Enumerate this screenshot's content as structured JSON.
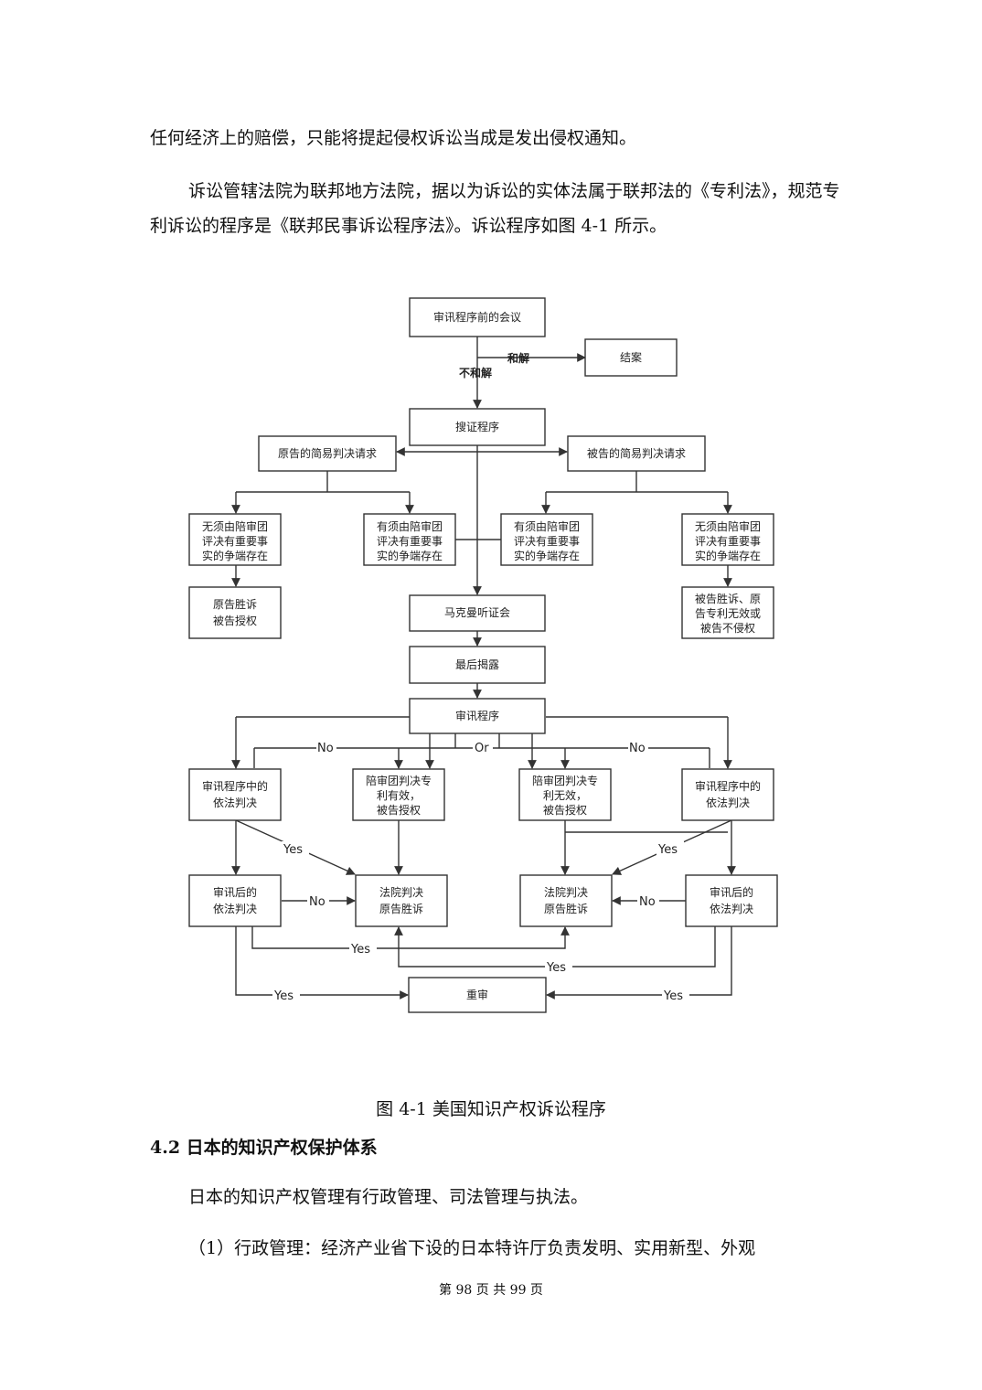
{
  "body": {
    "para1": "任何经济上的赔偿，只能将提起侵权诉讼当成是发出侵权通知。",
    "para2": "诉讼管辖法院为联邦地方法院，据以为诉讼的实体法属于联邦法的《专利法》，规范专利诉讼的程序是《联邦民事诉讼程序法》。诉讼程序如图 4-1 所示。"
  },
  "flowchart": {
    "nodes": {
      "pretrial": "审讯程序前的会议",
      "closed": "结案",
      "discovery": "搜证程序",
      "plaintiff_sj": "原告的简易判决请求",
      "defendant_sj": "被告的简易判决请求",
      "no_jury_left": [
        "无须由陪审团",
        "评决有重要事",
        "实的争端存在"
      ],
      "jury_left": [
        "有须由陪审团",
        "评决有重要事",
        "实的争端存在"
      ],
      "jury_right": [
        "有须由陪审团",
        "评决有重要事",
        "实的争端存在"
      ],
      "no_jury_right": [
        "无须由陪审团",
        "评决有重要事",
        "实的争端存在"
      ],
      "plaintiff_win": [
        "原告胜诉",
        "被告授权"
      ],
      "defendant_win": [
        "被告胜诉、原",
        "告专利无效或",
        "被告不侵权"
      ],
      "markman": "马克曼听证会",
      "final_disclosure": "最后揭露",
      "trial": "审讯程序",
      "jmol_left": [
        "审讯程序中的",
        "依法判决"
      ],
      "verdict_valid": [
        "陪审团判决专",
        "利有效，",
        "被告授权"
      ],
      "verdict_invalid": [
        "陪审团判决专",
        "利无效，",
        "被告授权"
      ],
      "jmol_right": [
        "审讯程序中的",
        "依法判决"
      ],
      "post_left": [
        "审讯后的",
        "依法判决"
      ],
      "court_left": [
        "法院判决",
        "原告胜诉"
      ],
      "court_right": [
        "法院判决",
        "原告胜诉"
      ],
      "post_right": [
        "审讯后的",
        "依法判决"
      ],
      "retrial": "重审"
    },
    "edge_labels": {
      "settle": "和解",
      "no_settle": "不和解",
      "no": "No",
      "or": "Or",
      "yes": "Yes"
    }
  },
  "figure_caption": "图 4-1  美国知识产权诉讼程序",
  "section_heading": "4.2  日本的知识产权保护体系",
  "section": {
    "para1": "日本的知识产权管理有行政管理、司法管理与执法。",
    "para2": "（1）行政管理：经济产业省下设的日本特许厅负责发明、实用新型、外观"
  },
  "footer": "第 98 页 共 99 页"
}
